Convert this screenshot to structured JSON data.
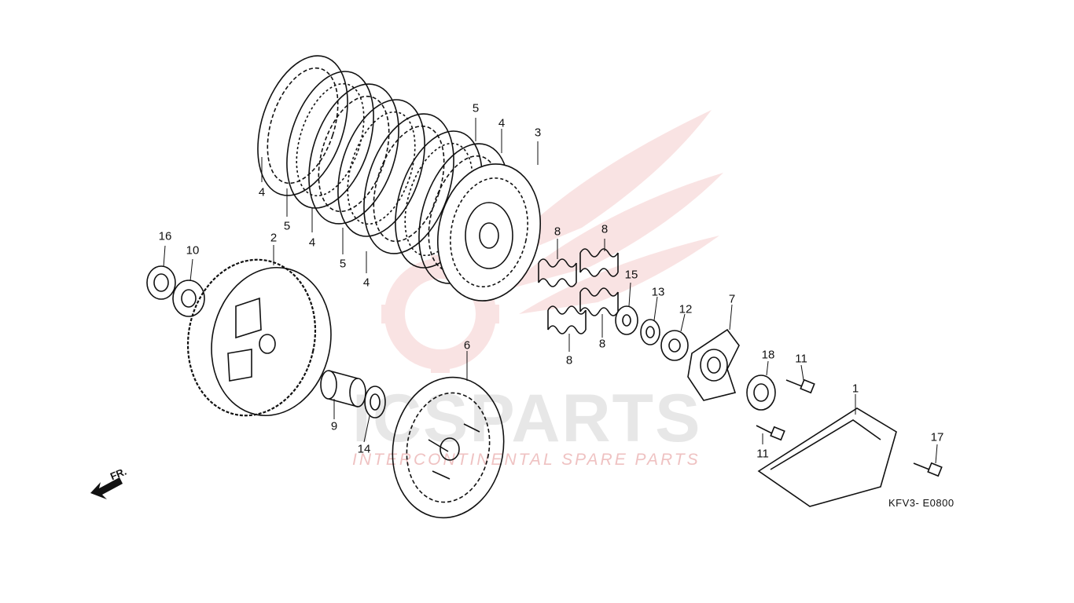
{
  "diagram": {
    "drawing_code": "KFV3- E0800",
    "front_marker": "FR.",
    "watermark": {
      "brand": "ICSPARTS",
      "tagline": "INTERCONTINENTAL SPARE PARTS",
      "color": "#d93030"
    },
    "callouts": {
      "c1": "1",
      "c2": "2",
      "c3": "3",
      "c4a": "4",
      "c4b": "4",
      "c4c": "4",
      "c4d": "4",
      "c5a": "5",
      "c5b": "5",
      "c5c": "5",
      "c6": "6",
      "c7": "7",
      "c8a": "8",
      "c8b": "8",
      "c8c": "8",
      "c8d": "8",
      "c9": "9",
      "c10": "10",
      "c11a": "11",
      "c11b": "11",
      "c12": "12",
      "c13": "13",
      "c14": "14",
      "c15": "15",
      "c16": "16",
      "c17": "17",
      "c18": "18"
    }
  }
}
